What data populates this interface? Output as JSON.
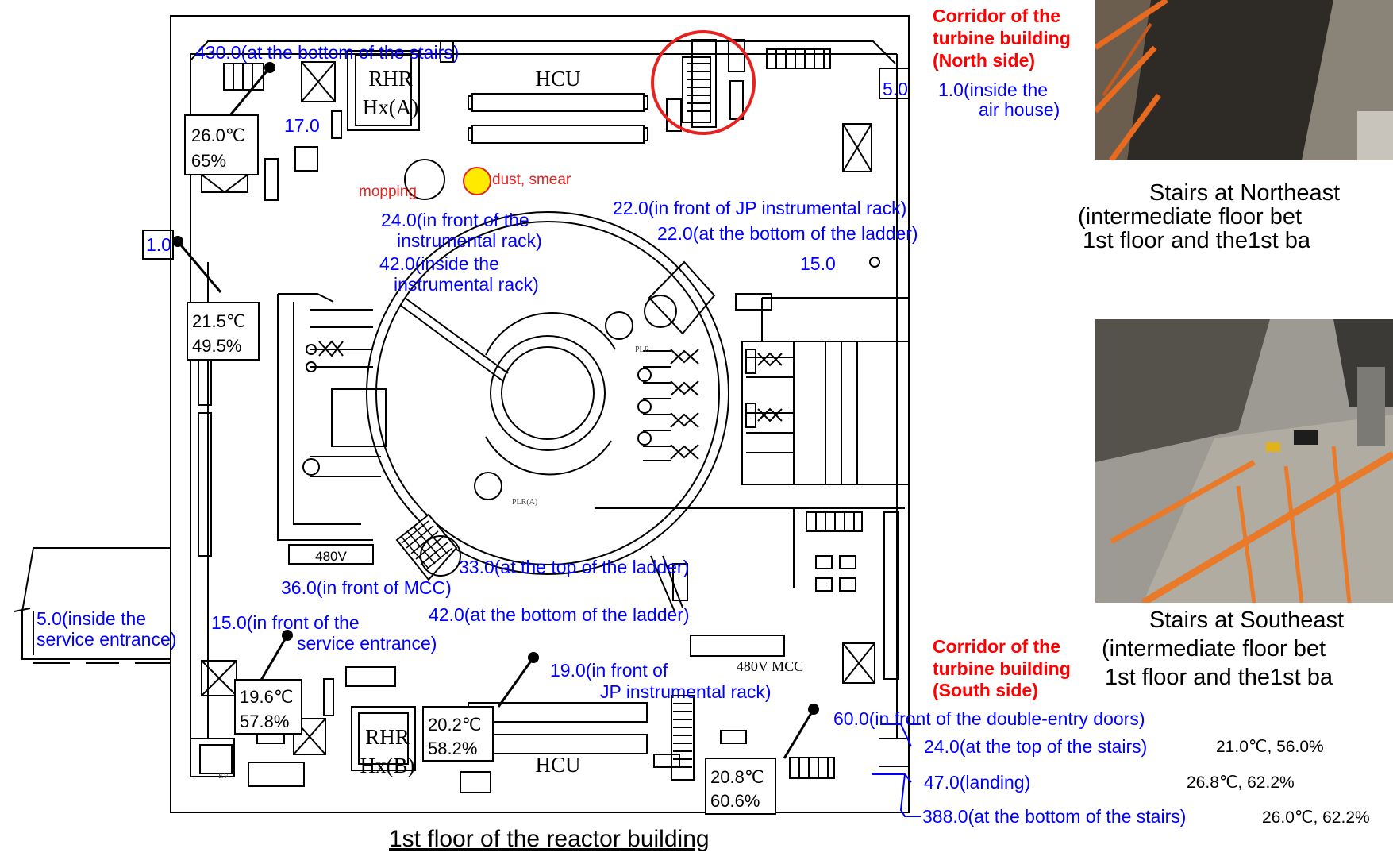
{
  "title": "1st floor of the reactor building",
  "corridors": {
    "north": [
      "Corridor of the",
      "turbine building",
      "(North side)"
    ],
    "south": [
      "Corridor of the",
      "turbine building",
      "(South side)"
    ]
  },
  "equipment": {
    "rhr_a": [
      "RHR",
      "Hx(A)"
    ],
    "rhr_b": [
      "RHR",
      "Hx(B)"
    ],
    "hcu": "HCU",
    "v480": "480V",
    "mcc": "480V MCC",
    "plr_a": "PLR(A)",
    "plr_b": "PLR",
    "ev": "EV"
  },
  "markers": {
    "mopping": "mopping",
    "dust": "dust, smear"
  },
  "dose": {
    "nw_stairs": "430.0(at the bottom of the stairs)",
    "d17": "17.0",
    "d5_ne": "5.0",
    "inside_air_house": [
      "1.0(inside the",
      "air house)"
    ],
    "d1_west": "1.0",
    "jp_rack": "22.0(in front of JP instrumental rack)",
    "ladder_bottom_22": "22.0(at the bottom of the ladder)",
    "d15": "15.0",
    "front_instr_rack": [
      "24.0(in front of the",
      "instrumental rack)"
    ],
    "inside_instr_rack": [
      "42.0(inside the",
      "instrumental rack)"
    ],
    "ladder_top": "33.0(at the top of the ladder)",
    "front_mcc": "36.0(in front of MCC)",
    "ladder_bottom_42": "42.0(at the bottom of the ladder)",
    "inside_service": [
      "5.0(inside the",
      "service entrance)"
    ],
    "front_service": [
      "15.0(in front of the",
      "service entrance)"
    ],
    "front_jp_rack_s": [
      "19.0(in front of",
      "JP instrumental rack)"
    ],
    "double_doors": "60.0(in front of the double-entry doors)",
    "stairs_top": "24.0(at the top of the stairs)",
    "landing": "47.0(landing)",
    "stairs_bottom": "388.0(at the bottom of the stairs)"
  },
  "readings": {
    "nw": [
      "26.0℃",
      "65%"
    ],
    "west": [
      "21.5℃",
      "49.5%"
    ],
    "sw": [
      "19.6℃",
      "57.8%"
    ],
    "s_mid": [
      "20.2℃",
      "58.2%"
    ],
    "se": [
      "20.8℃",
      "60.6%"
    ],
    "stairs_top": "21.0℃, 56.0%",
    "landing": "26.8℃, 62.2%",
    "stairs_bottom": "26.0℃, 62.2%"
  },
  "photos": {
    "northeast": [
      "Stairs at Northeast",
      "(intermediate floor bet",
      "1st floor and the1st ba"
    ],
    "southeast": [
      "Stairs at Southeast",
      "(intermediate floor bet",
      "1st floor and the1st ba"
    ]
  },
  "colors": {
    "dose": "#0000ff",
    "corridor": "#ff0000",
    "highlight": "#e6211f",
    "dust": "#ffea00"
  }
}
